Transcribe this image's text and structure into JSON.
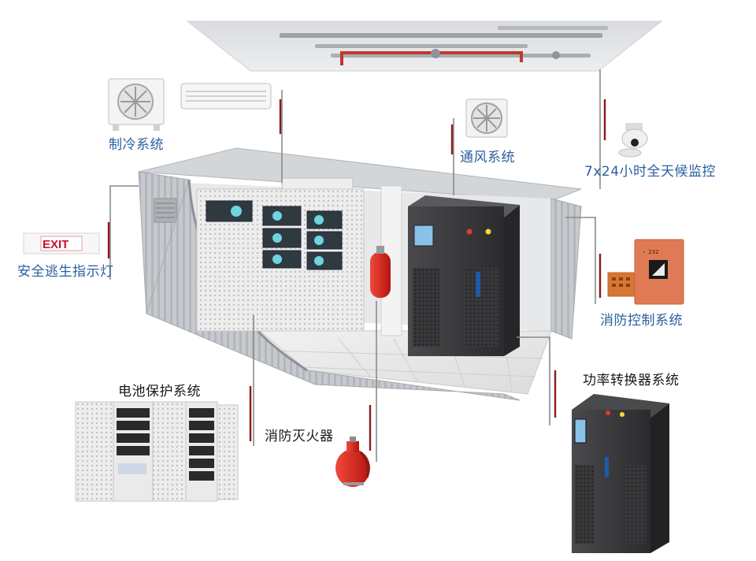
{
  "labels": {
    "cooling": "制冷系统",
    "ventilation": "通风系统",
    "monitoring": "7x24小时全天候监控",
    "exit_light": "安全逃生指示灯",
    "fire_control": "消防控制系统",
    "pcs": "功率转换器系统",
    "battery": "电池保护系统",
    "extinguisher": "消防灭火器"
  },
  "exit_sign": {
    "text": "EXIT"
  },
  "fire_panel": {
    "text": "・ 232"
  },
  "colors": {
    "label_blue": "#2a5f9e",
    "leader_red": "#8b1a1a",
    "leader_gray": "#8a8a8a",
    "container_gray": "#c9ccd0",
    "cabinet_dark": "#3a3a3c",
    "fire_red": "#d8231f",
    "fire_panel": "#e07a55",
    "exit_red": "#c8102e"
  }
}
